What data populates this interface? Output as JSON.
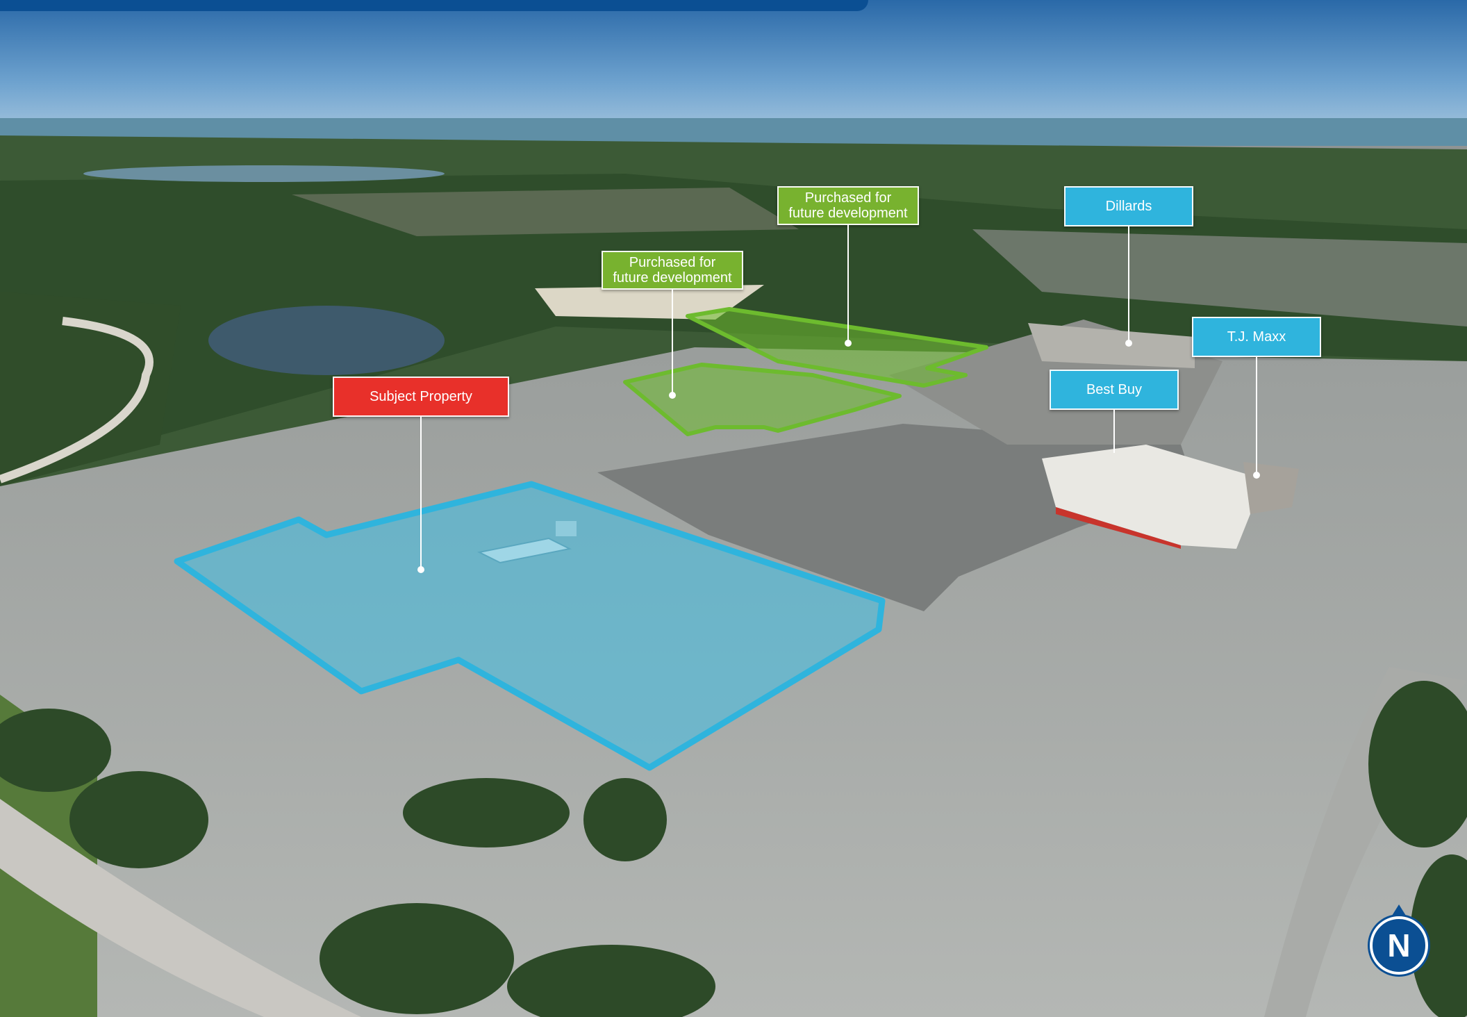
{
  "map": {
    "labels": {
      "subject_property": "Subject Property",
      "future_dev_1": "Purchased for future development",
      "future_dev_2": "Purchased for future development",
      "dillards": "Dillards",
      "tj_maxx": "T.J. Maxx",
      "best_buy": "Best Buy"
    },
    "compass": {
      "north": "N"
    },
    "colors": {
      "subject_highlight": "#2fb4dd",
      "future_highlight": "#6dbb2e",
      "subject_label": "#e8302a",
      "anchor_label": "#2fb4dd",
      "future_label": "#78b22f",
      "brand_blue": "#0b4f93"
    },
    "icons": [
      "compass-north-icon"
    ]
  }
}
